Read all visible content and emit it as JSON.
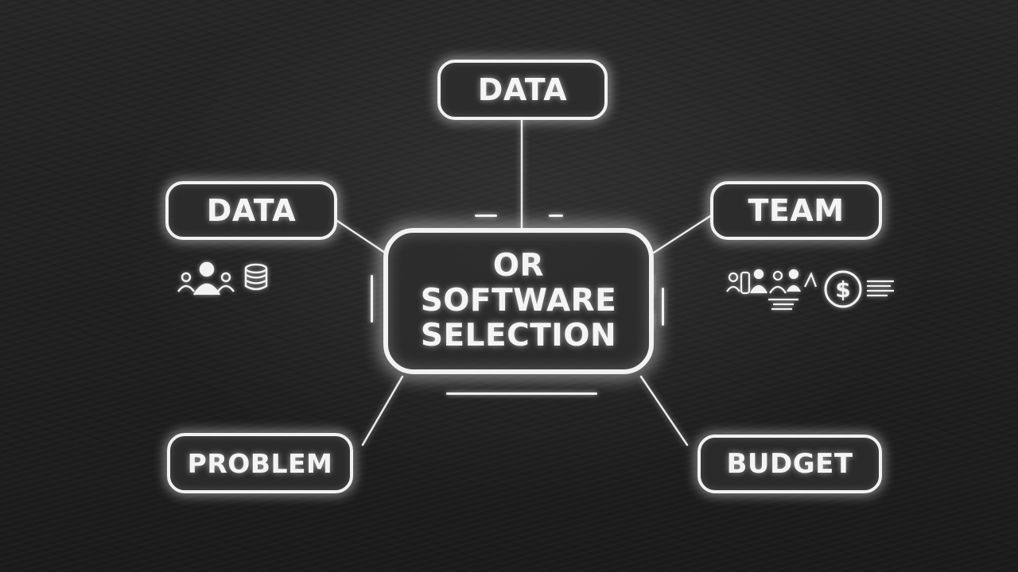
{
  "diagram": {
    "center": {
      "lines": [
        "OR",
        "SOFTWARE",
        "SELECTION"
      ]
    },
    "nodes": {
      "data_top": "DATA",
      "data_left": "DATA",
      "team": "TEAM",
      "problem": "PROBLEM",
      "budget": "BUDGET"
    },
    "icons": {
      "left": [
        "people-group-icon",
        "database-icon"
      ],
      "right": [
        "team-tools-icon",
        "dollar-coin-icon",
        "document-lines-icon"
      ]
    },
    "colors": {
      "background": "#222222",
      "stroke": "#f1f1f1",
      "text": "#f4f4f4"
    }
  }
}
